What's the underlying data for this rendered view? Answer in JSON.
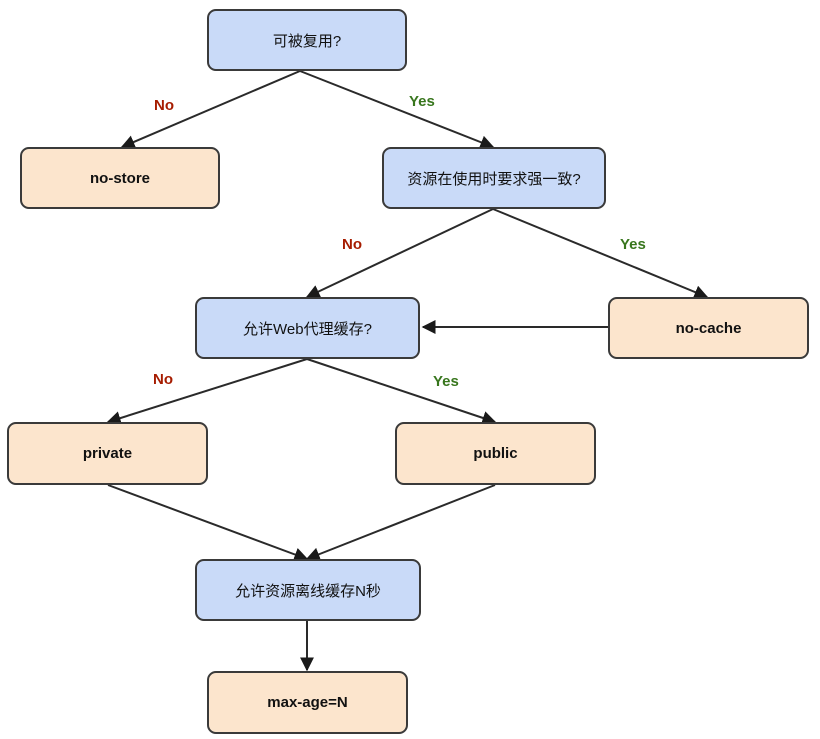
{
  "nodes": {
    "reusable": "可被复用?",
    "no_store": "no-store",
    "revalidate": "资源在使用时要求强一致?",
    "proxy": "允许Web代理缓存?",
    "no_cache": "no-cache",
    "private": "private",
    "public": "public",
    "offline": "允许资源离线缓存N秒",
    "max_age": "max-age=N"
  },
  "edge_labels": {
    "no": "No",
    "yes": "Yes"
  },
  "colors": {
    "question_fill": "#c9daf8",
    "answer_fill": "#fce5cd",
    "no_label": "#a61c00",
    "yes_label": "#38761d",
    "stroke": "#3a3a3a"
  }
}
